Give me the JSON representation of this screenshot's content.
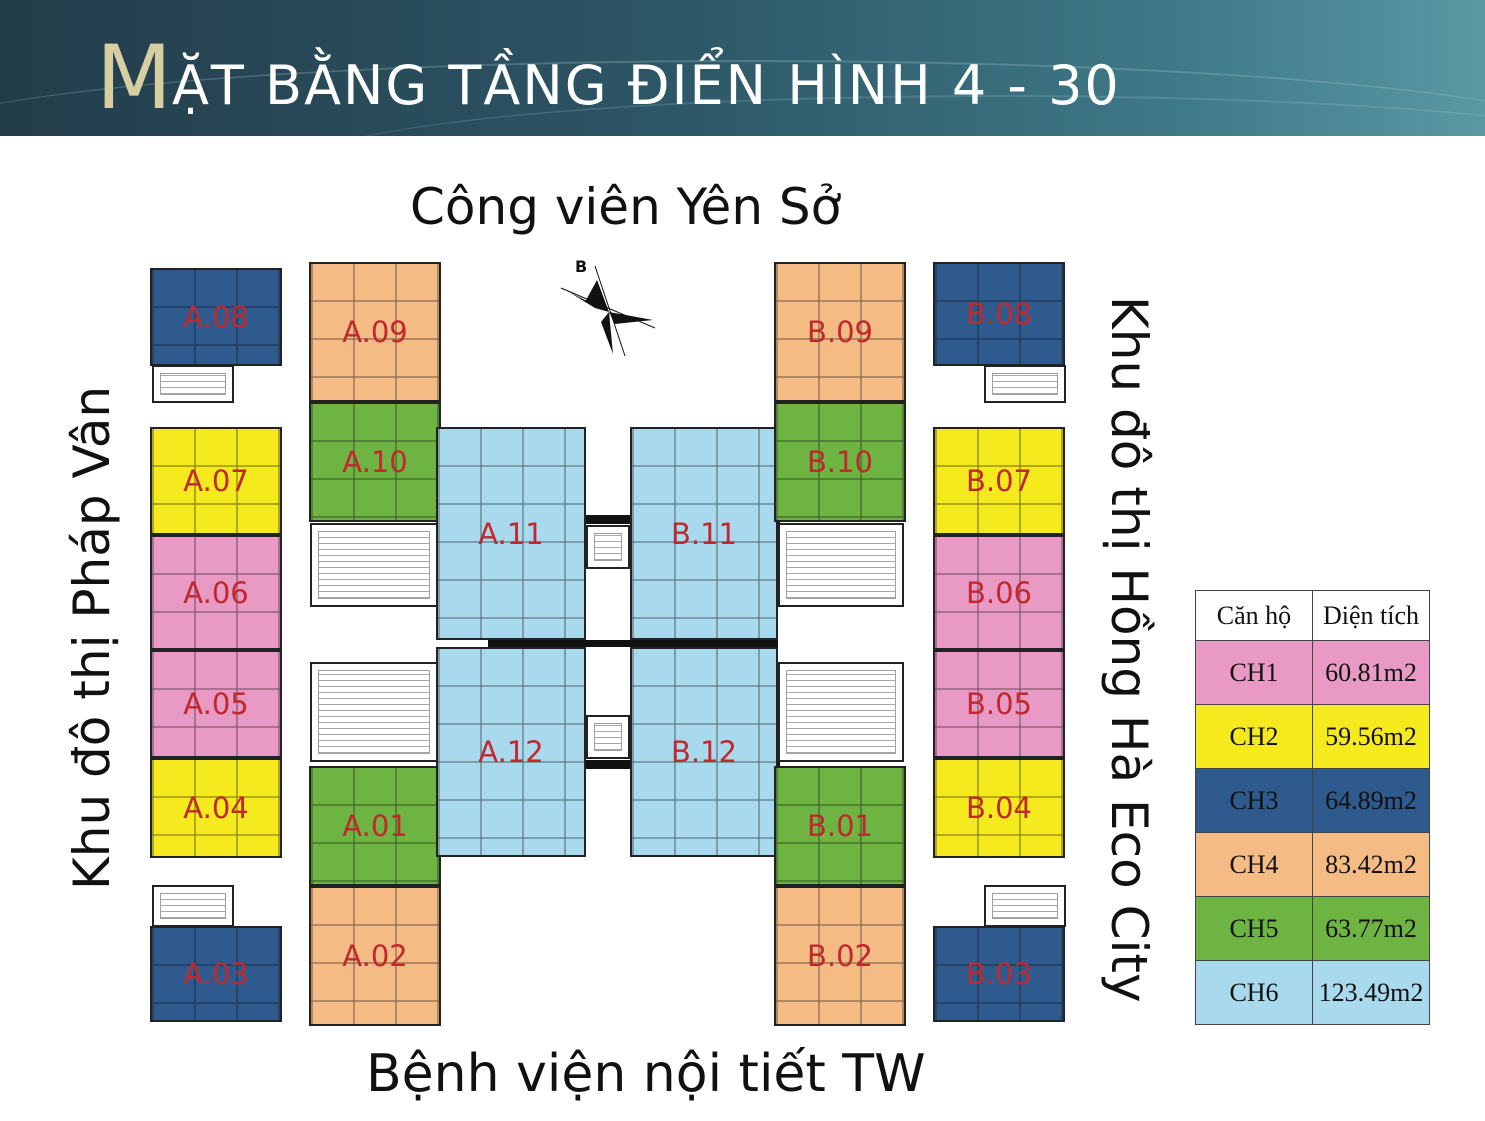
{
  "title": {
    "initial": "M",
    "rest": "ẶT BẰNG TẦNG ĐIỂN HÌNH 4 - 30"
  },
  "roads": {
    "north": "Công viên Yên Sở",
    "south": "Bệnh viện nội tiết TW",
    "west": "Khu đô thị Pháp Vân",
    "east": "Khu đô thị Hồng Hà Eco City"
  },
  "compass_label": "B",
  "colors": {
    "CH1": "#e89ac4",
    "CH2": "#f5ea1e",
    "CH3": "#2e5a8e",
    "CH4": "#f4bb85",
    "CH5": "#6eb443",
    "CH6": "#a9d9ec"
  },
  "units": [
    {
      "id": "A.08",
      "type": "CH3"
    },
    {
      "id": "A.09",
      "type": "CH4"
    },
    {
      "id": "A.07",
      "type": "CH2"
    },
    {
      "id": "A.10",
      "type": "CH5"
    },
    {
      "id": "A.06",
      "type": "CH1"
    },
    {
      "id": "A.05",
      "type": "CH1"
    },
    {
      "id": "A.04",
      "type": "CH2"
    },
    {
      "id": "A.01",
      "type": "CH5"
    },
    {
      "id": "A.03",
      "type": "CH3"
    },
    {
      "id": "A.02",
      "type": "CH4"
    },
    {
      "id": "A.11",
      "type": "CH6"
    },
    {
      "id": "A.12",
      "type": "CH6"
    },
    {
      "id": "B.11",
      "type": "CH6"
    },
    {
      "id": "B.12",
      "type": "CH6"
    },
    {
      "id": "B.09",
      "type": "CH4"
    },
    {
      "id": "B.08",
      "type": "CH3"
    },
    {
      "id": "B.10",
      "type": "CH5"
    },
    {
      "id": "B.07",
      "type": "CH2"
    },
    {
      "id": "B.06",
      "type": "CH1"
    },
    {
      "id": "B.05",
      "type": "CH1"
    },
    {
      "id": "B.01",
      "type": "CH5"
    },
    {
      "id": "B.04",
      "type": "CH2"
    },
    {
      "id": "B.02",
      "type": "CH4"
    },
    {
      "id": "B.03",
      "type": "CH3"
    }
  ],
  "legend": {
    "headers": [
      "Căn hộ",
      "Diện tích"
    ],
    "rows": [
      {
        "code": "CH1",
        "area": "60.81m2"
      },
      {
        "code": "CH2",
        "area": "59.56m2"
      },
      {
        "code": "CH3",
        "area": "64.89m2"
      },
      {
        "code": "CH4",
        "area": "83.42m2"
      },
      {
        "code": "CH5",
        "area": "63.77m2"
      },
      {
        "code": "CH6",
        "area": "123.49m2"
      }
    ]
  }
}
